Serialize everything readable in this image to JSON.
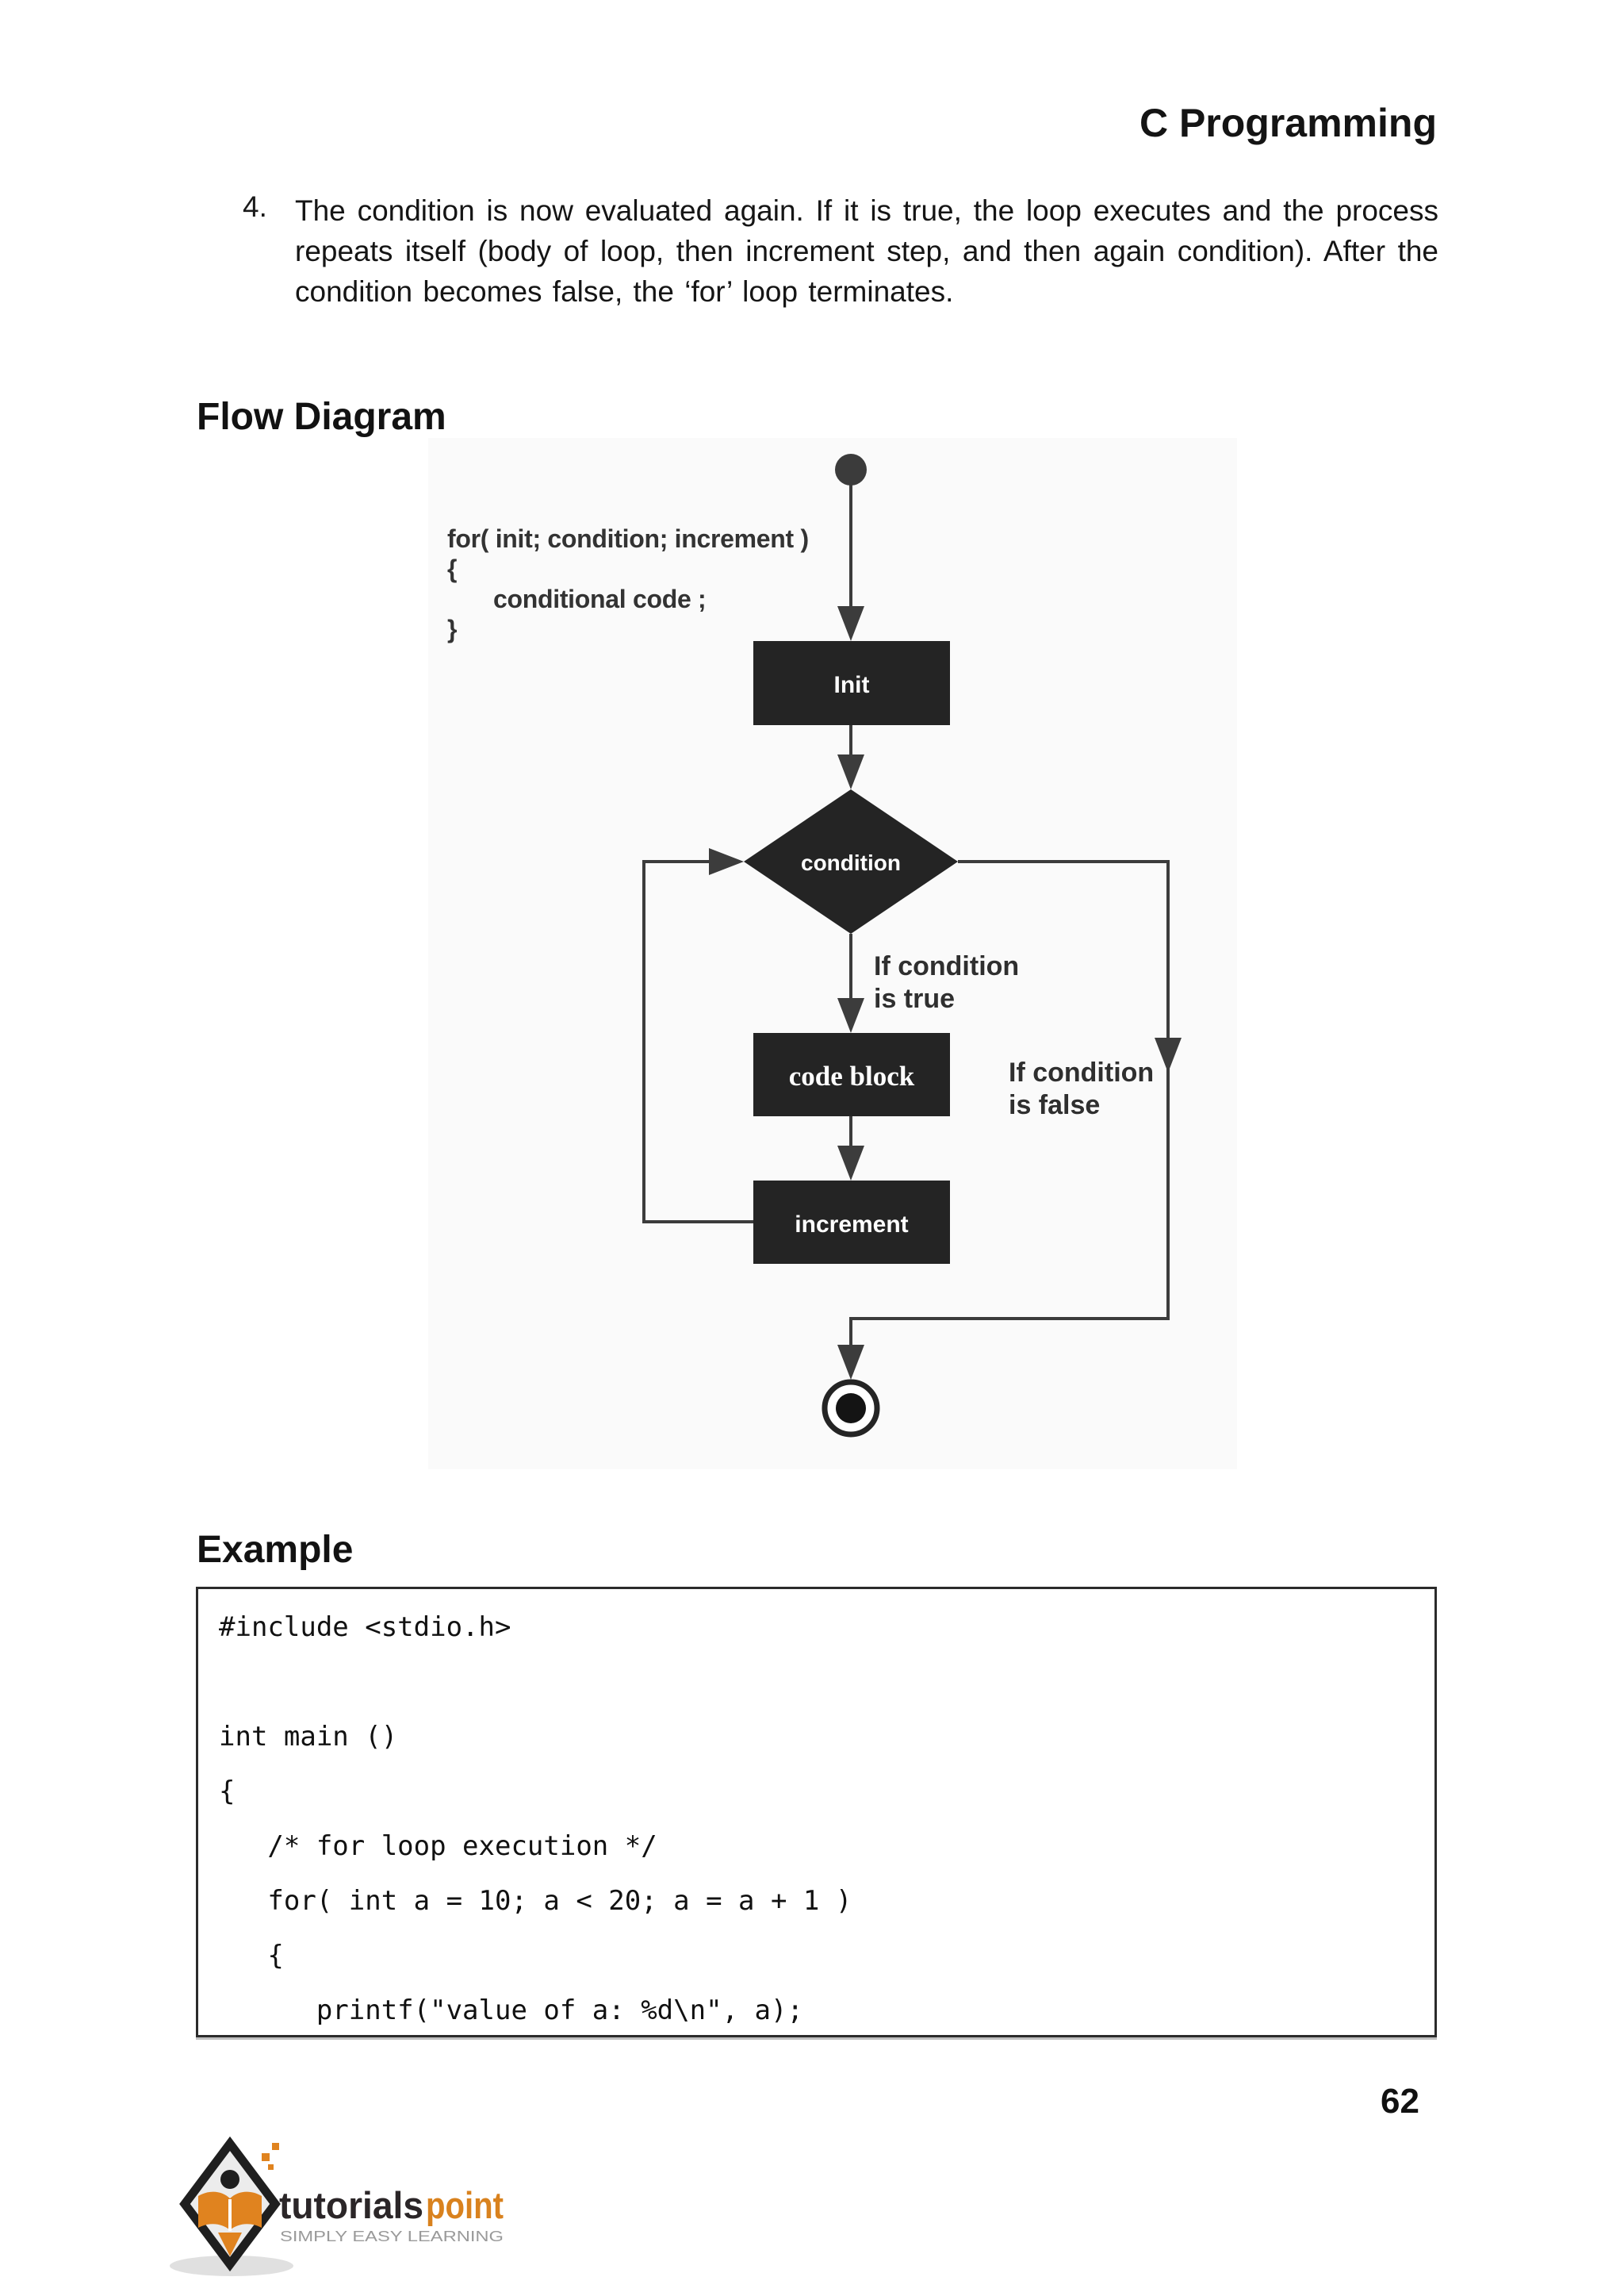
{
  "page": {
    "header": "C Programming",
    "page_number": "62"
  },
  "list_item": {
    "number": "4.",
    "text": "The condition is now evaluated again. If it is true, the loop executes and the process repeats itself (body of loop, then increment step, and then again condition). After the condition becomes false, the ‘for’ loop terminates."
  },
  "sections": {
    "flow_diagram_title": "Flow Diagram",
    "example_title": "Example"
  },
  "diagram": {
    "code_snippet": {
      "line1": "for( init; condition; increment )",
      "line2": "{",
      "line3": "conditional code ;",
      "line4": "}"
    },
    "nodes": {
      "init": "Init",
      "condition": "condition",
      "code_block": "code block",
      "increment": "increment"
    },
    "labels": {
      "true_line1": "If condition",
      "true_line2": "is true",
      "false_line1": "If condition",
      "false_line2": "is false"
    }
  },
  "code_example": {
    "code": "#include <stdio.h>\n\nint main ()\n{\n   /* for loop execution */\n   for( int a = 10; a < 20; a = a + 1 )\n   {\n      printf(\"value of a: %d\\n\", a);"
  },
  "footer": {
    "logo_text_primary": "tutorials",
    "logo_text_secondary": "point",
    "tagline": "SIMPLY EASY LEARNING"
  },
  "colors": {
    "node_fill": "#242424",
    "line": "#3c3c3c",
    "accent_orange": "#d9821e",
    "tagline_gray": "#9a9a9a"
  }
}
